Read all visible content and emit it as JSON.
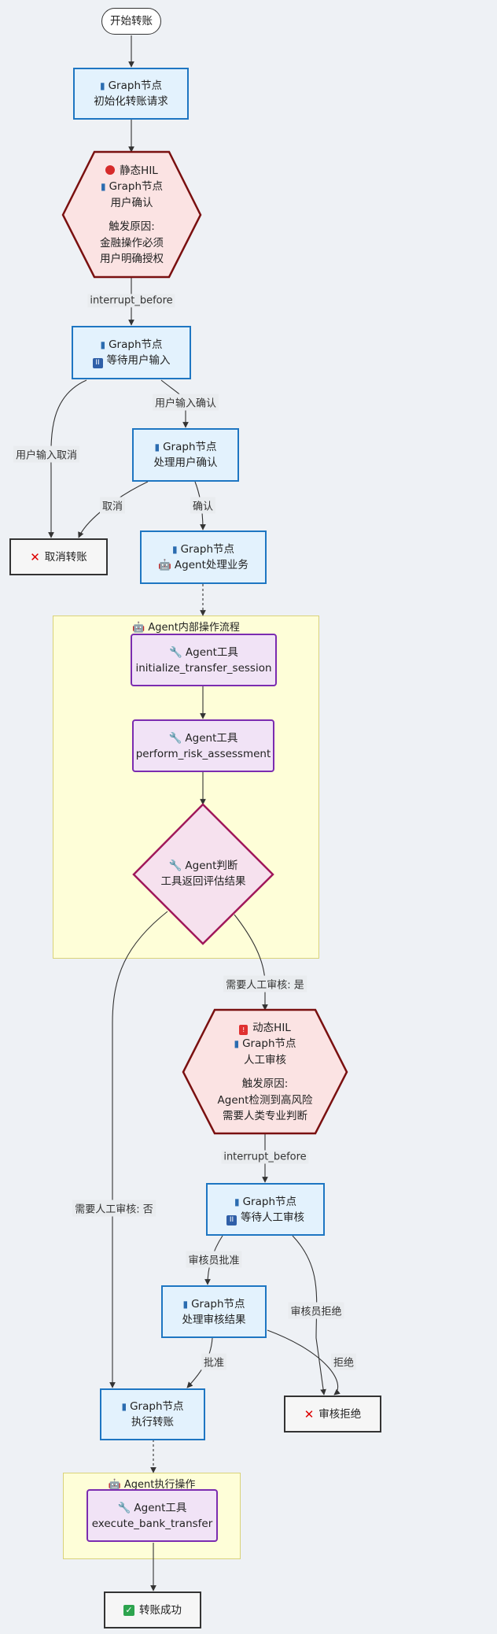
{
  "nodes": {
    "start": "开始转账",
    "init": {
      "icon": "chart-icon",
      "title": "Graph节点",
      "desc": "初始化转账请求"
    },
    "confirm_hex": {
      "l1": "静态HIL",
      "l2": "Graph节点",
      "l3": "用户确认",
      "l4": "触发原因:",
      "l5": "金融操作必须",
      "l6": "用户明确授权"
    },
    "wait_input": {
      "title": "Graph节点",
      "desc": "等待用户输入"
    },
    "process_confirm": {
      "title": "Graph节点",
      "desc": "处理用户确认"
    },
    "cancel": "取消转账",
    "agent_business": {
      "title": "Graph节点",
      "desc": "Agent处理业务"
    },
    "cluster1_title": "Agent内部操作流程",
    "tool_init": {
      "title": "Agent工具",
      "desc": "initialize_transfer_session"
    },
    "tool_risk": {
      "title": "Agent工具",
      "desc": "perform_risk_assessment"
    },
    "judge": {
      "l1": "Agent判断",
      "l2": "工具返回评估结果"
    },
    "review_hex": {
      "l1": "动态HIL",
      "l2": "Graph节点",
      "l3": "人工审核",
      "l4": "触发原因:",
      "l5": "Agent检测到高风险",
      "l6": "需要人类专业判断"
    },
    "wait_review": {
      "title": "Graph节点",
      "desc": "等待人工审核"
    },
    "process_review": {
      "title": "Graph节点",
      "desc": "处理审核结果"
    },
    "execute": {
      "title": "Graph节点",
      "desc": "执行转账"
    },
    "reject": "审核拒绝",
    "cluster2_title": "Agent执行操作",
    "tool_bank": {
      "title": "Agent工具",
      "desc": "execute_bank_transfer"
    },
    "success": "转账成功"
  },
  "edges": {
    "interrupt1": "interrupt_before",
    "user_confirm": "用户输入确认",
    "user_cancel": "用户输入取消",
    "cancel": "取消",
    "confirm": "确认",
    "need_review_yes": "需要人工审核: 是",
    "need_review_no": "需要人工审核: 否",
    "interrupt2": "interrupt_before",
    "approve_by_reviewer": "审核员批准",
    "reject_by_reviewer": "审核员拒绝",
    "approve": "批准",
    "reject": "拒绝"
  },
  "colors": {
    "graph_fill": "#e3f2fd",
    "graph_border": "#1e76c2",
    "hil_fill": "#fbe3e3",
    "hil_border": "#7a1010",
    "agent_fill": "#f1e3f6",
    "agent_border": "#7b2cb0",
    "judge_fill": "#f6e1ee",
    "judge_border": "#a0185a",
    "cluster_fill": "#fefed8"
  }
}
